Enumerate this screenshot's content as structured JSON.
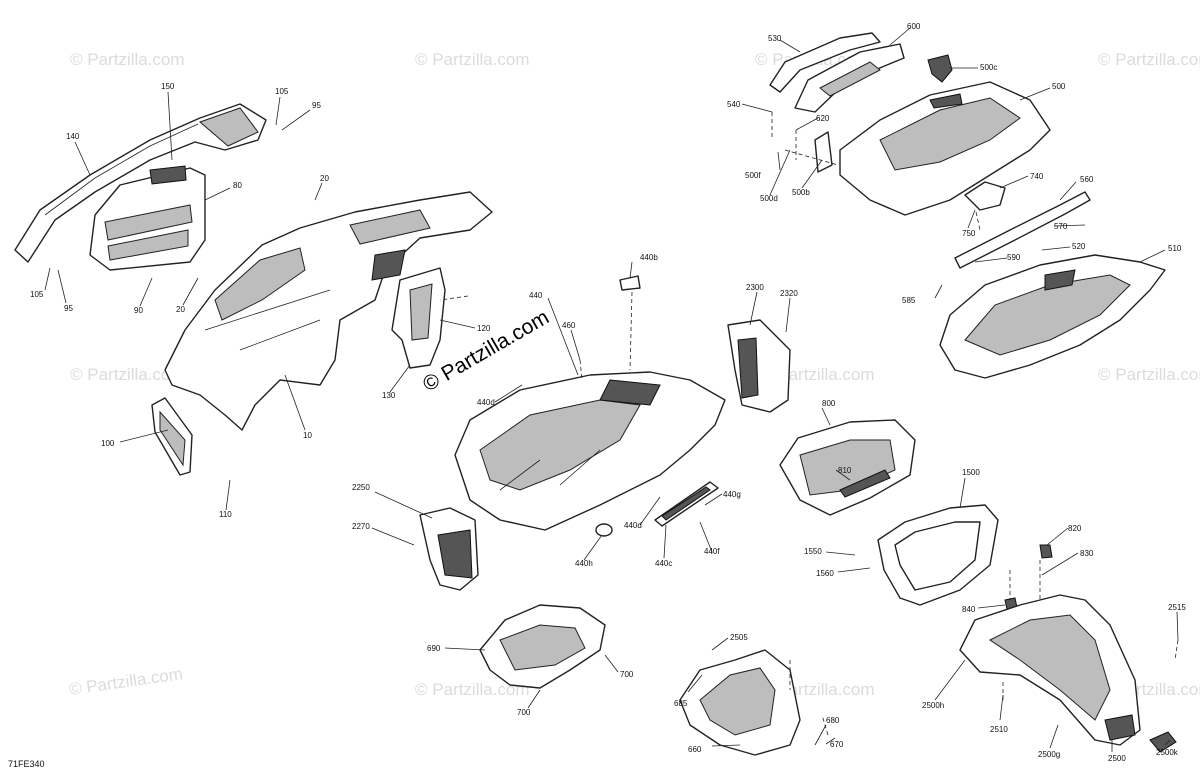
{
  "watermark": "© Partzilla.com",
  "brand": "© Partzilla.com",
  "diagram_code": "71FE340",
  "parts": [
    {
      "id": "140",
      "label": "140"
    },
    {
      "id": "150",
      "label": "150"
    },
    {
      "id": "105a",
      "label": "105"
    },
    {
      "id": "95a",
      "label": "95"
    },
    {
      "id": "80",
      "label": "80"
    },
    {
      "id": "20a",
      "label": "20"
    },
    {
      "id": "105b",
      "label": "105"
    },
    {
      "id": "95b",
      "label": "95"
    },
    {
      "id": "90",
      "label": "90"
    },
    {
      "id": "20b",
      "label": "20"
    },
    {
      "id": "10",
      "label": "10"
    },
    {
      "id": "100",
      "label": "100"
    },
    {
      "id": "110",
      "label": "110"
    },
    {
      "id": "120",
      "label": "120"
    },
    {
      "id": "130",
      "label": "130"
    },
    {
      "id": "440",
      "label": "440"
    },
    {
      "id": "440b",
      "label": "440b"
    },
    {
      "id": "460",
      "label": "460"
    },
    {
      "id": "440d1",
      "label": "440d"
    },
    {
      "id": "440g",
      "label": "440g"
    },
    {
      "id": "440d2",
      "label": "440d"
    },
    {
      "id": "440f",
      "label": "440f"
    },
    {
      "id": "440c",
      "label": "440c"
    },
    {
      "id": "440h",
      "label": "440h"
    },
    {
      "id": "2250",
      "label": "2250"
    },
    {
      "id": "2270",
      "label": "2270"
    },
    {
      "id": "2300",
      "label": "2300"
    },
    {
      "id": "2320",
      "label": "2320"
    },
    {
      "id": "530",
      "label": "530"
    },
    {
      "id": "600",
      "label": "600"
    },
    {
      "id": "500c",
      "label": "500c"
    },
    {
      "id": "500",
      "label": "500"
    },
    {
      "id": "540",
      "label": "540"
    },
    {
      "id": "620",
      "label": "620"
    },
    {
      "id": "500f",
      "label": "500f"
    },
    {
      "id": "500d",
      "label": "500d"
    },
    {
      "id": "500b",
      "label": "500b"
    },
    {
      "id": "740",
      "label": "740"
    },
    {
      "id": "750",
      "label": "750"
    },
    {
      "id": "560",
      "label": "560"
    },
    {
      "id": "570",
      "label": "570"
    },
    {
      "id": "520",
      "label": "520"
    },
    {
      "id": "590",
      "label": "590"
    },
    {
      "id": "585",
      "label": "585"
    },
    {
      "id": "510",
      "label": "510"
    },
    {
      "id": "800",
      "label": "800"
    },
    {
      "id": "810",
      "label": "810"
    },
    {
      "id": "1500",
      "label": "1500"
    },
    {
      "id": "1550",
      "label": "1550"
    },
    {
      "id": "1560",
      "label": "1560"
    },
    {
      "id": "820",
      "label": "820"
    },
    {
      "id": "830",
      "label": "830"
    },
    {
      "id": "840",
      "label": "840"
    },
    {
      "id": "2515",
      "label": "2515"
    },
    {
      "id": "2500h",
      "label": "2500h"
    },
    {
      "id": "2510",
      "label": "2510"
    },
    {
      "id": "2500g",
      "label": "2500g"
    },
    {
      "id": "2500",
      "label": "2500"
    },
    {
      "id": "2500k",
      "label": "2500k"
    },
    {
      "id": "690",
      "label": "690"
    },
    {
      "id": "700a",
      "label": "700"
    },
    {
      "id": "700b",
      "label": "700"
    },
    {
      "id": "2505",
      "label": "2505"
    },
    {
      "id": "685",
      "label": "685"
    },
    {
      "id": "680",
      "label": "680"
    },
    {
      "id": "660",
      "label": "660"
    },
    {
      "id": "670",
      "label": "670"
    }
  ]
}
